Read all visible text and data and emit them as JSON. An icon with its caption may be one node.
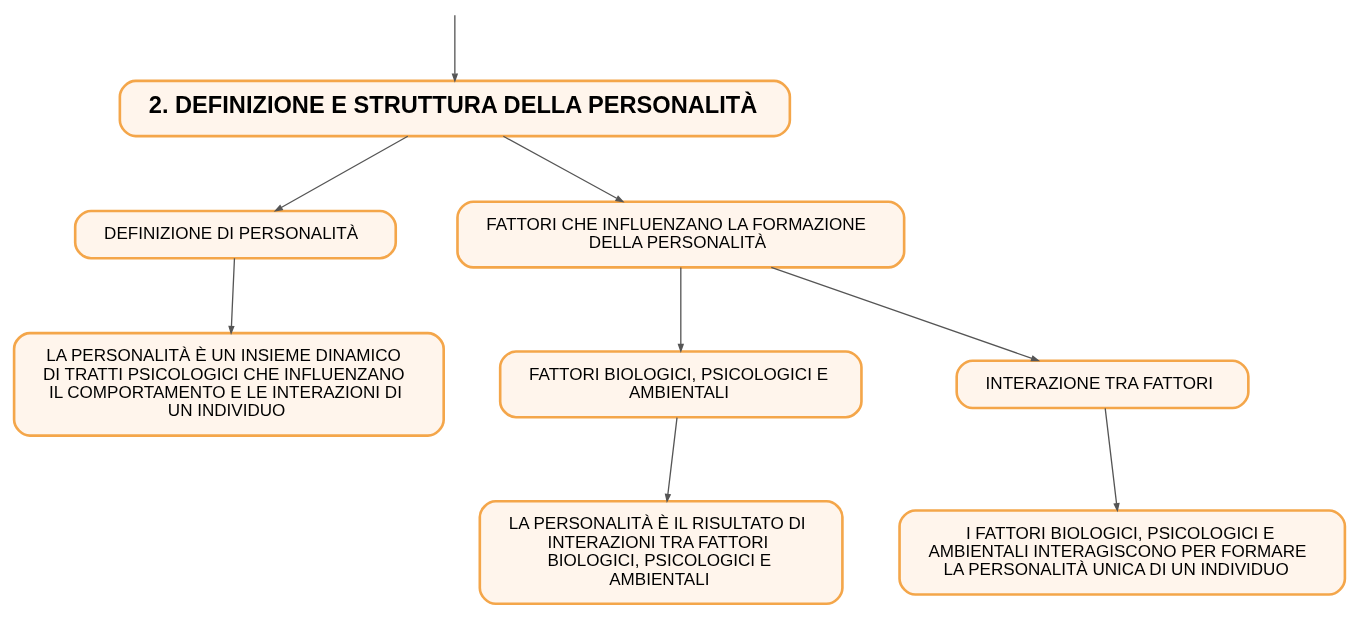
{
  "diagram": {
    "nodes": [
      {
        "text": [
          "2. DEFINIZIONE E STRUTTURA DELLA PERSONALITÀ"
        ]
      },
      {
        "text": [
          "DEFINIZIONE DI PERSONALITÀ"
        ]
      },
      {
        "text": [
          "LA PERSONALITÀ È UN INSIEME DINAMICO DI TRATTI PSICOLOGICI CHE INFLUENZANO IL COMPORTAMENTO E LE INTERAZIONI DI UN INDIVIDUO"
        ]
      },
      {
        "text": [
          "FATTORI CHE INFLUENZANO LA FORMAZIONE DELLA PERSONALITÀ"
        ]
      },
      {
        "text": [
          "FATTORI BIOLOGICI, PSICOLOGICI E AMBIENTALI"
        ]
      },
      {
        "text": [
          "LA PERSONALITÀ È IL RISULTATO DI INTERAZIONI TRA FATTORI BIOLOGICI, PSICOLOGICI E AMBIENTALI"
        ]
      },
      {
        "text": [
          "INTERAZIONE TRA FATTORI"
        ]
      },
      {
        "text": [
          "I FATTORI BIOLOGICI, PSICOLOGICI E AMBIENTALI INTERAGISCONO PER FORMARE LA PERSONALITÀ UNICA DI UN INDIVIDUO"
        ]
      }
    ],
    "edges": [
      {
        "from": null,
        "to": 0,
        "arrow": "to"
      },
      {
        "from": 0,
        "to": 1,
        "arrow": "to"
      },
      {
        "from": 1,
        "to": 2,
        "arrow": "to"
      },
      {
        "from": 0,
        "to": 3,
        "arrow": "to"
      },
      {
        "from": 3,
        "to": 4,
        "arrow": "to"
      },
      {
        "from": 4,
        "to": 5,
        "arrow": "to"
      },
      {
        "from": 3,
        "to": 6,
        "arrow": "to"
      },
      {
        "from": 6,
        "to": 7,
        "arrow": "to"
      }
    ]
  }
}
